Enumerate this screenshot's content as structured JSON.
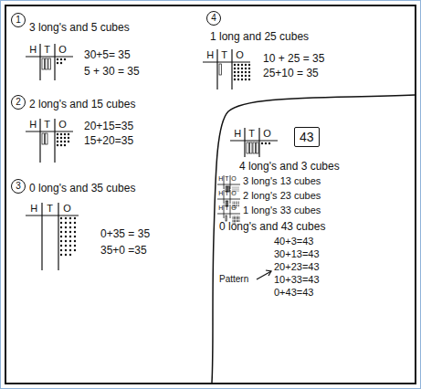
{
  "diagram": {
    "nodes": [
      {
        "text": [
          "43"
        ]
      }
    ],
    "labels": [
      "1",
      "3 long's and 5 cubes",
      "H",
      "T",
      "O",
      "30+5= 35",
      "5 + 30 = 35",
      "2",
      "2 long's and 15 cubes",
      "H",
      "T",
      "O",
      "20+15=35",
      "15+20=35",
      "3",
      "0 long's and 35 cubes",
      "H",
      "T",
      "O",
      "0+35 = 35",
      "35+0 =35",
      "4",
      "1 long and 25 cubes",
      "H",
      "T",
      "O",
      "10 + 25 = 35",
      "25+10 = 35",
      "H",
      "T",
      "O",
      "4 long's and 3 cubes",
      "H",
      "T",
      "O",
      "3 long's 13 cubes",
      "H",
      "T",
      "O",
      "2 long's 23 cubes",
      "H",
      "T",
      "O",
      "1 long's 33 cubes",
      "0 long's and 43 cubes",
      "40+3=43",
      "30+13=43",
      "20+23=43",
      "10+33=43",
      "0+43=43",
      "Pattern"
    ]
  }
}
